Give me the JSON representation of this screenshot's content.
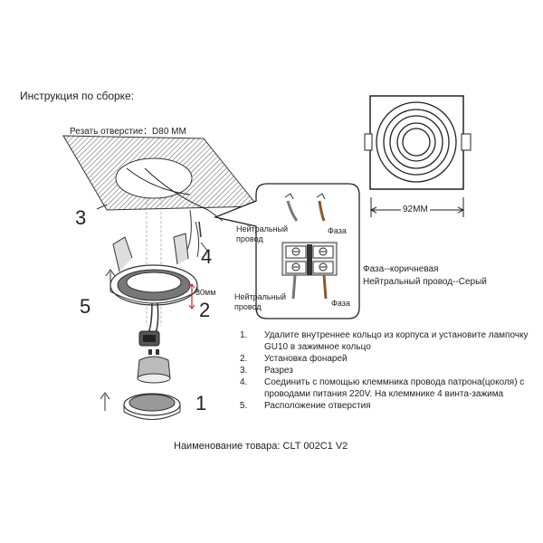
{
  "header": {
    "title": "Инструкция по сборке:"
  },
  "cutout": {
    "label": "Резать отверстие：D80 MM"
  },
  "dimensions": {
    "width": "92MM",
    "depth": "30мм"
  },
  "callouts": [
    "1",
    "2",
    "3",
    "4",
    "5"
  ],
  "wiring": {
    "neutral_top": "Нейтральный провод",
    "phase_top": "Фаза",
    "neutral_bottom": "Нейтральный провод",
    "phase_bottom": "Фаза",
    "legend_phase": "Фаза--коричневая",
    "legend_neutral": "Нейтральный провод--Серый"
  },
  "steps": [
    {
      "n": "1.",
      "text": "Удалите внутреннее кольцо из корпуса и установите лампочку GU10 в зажимное кольцо"
    },
    {
      "n": "2.",
      "text": "Установка фонарей"
    },
    {
      "n": "3.",
      "text": "Разрез"
    },
    {
      "n": "4.",
      "text": "Соединить с помощью клеммника провода патрона(цоколя) с проводами питания 220V. На клеммнике 4 винта-зажима"
    },
    {
      "n": "5.",
      "text": "Расположение отверстия"
    }
  ],
  "product": {
    "name": "Наименование товара: CLT 002C1 V2"
  }
}
